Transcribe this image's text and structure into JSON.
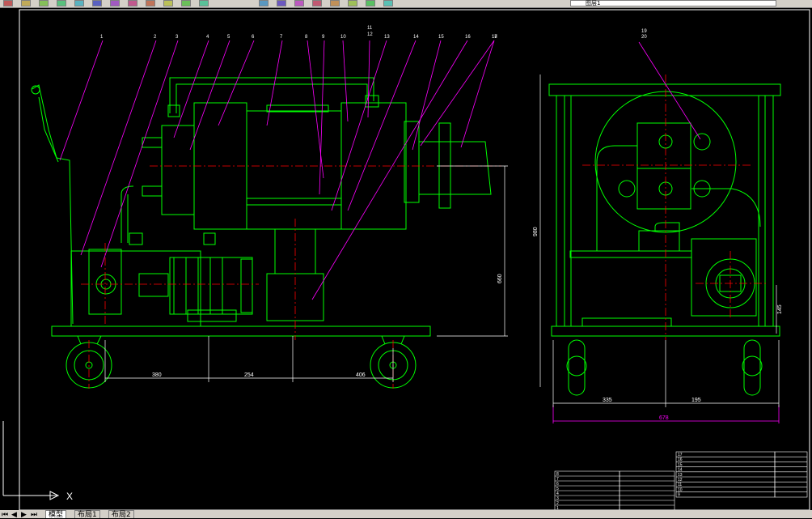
{
  "toolbar": {
    "layer_name": "图层1",
    "buttons": [
      "new-icon",
      "open-icon",
      "save-icon",
      "print-icon",
      "preview-icon",
      "cut-icon",
      "copy-icon",
      "paste-icon",
      "match-icon",
      "undo-icon",
      "redo-icon",
      "pan-icon",
      "zoom-icon",
      "zoom-window-icon",
      "zoom-prev-icon",
      "properties-icon",
      "design-center-icon",
      "tool-palette-icon",
      "layer-icon",
      "color-icon"
    ]
  },
  "tabs": {
    "items": [
      "模型",
      "布局1",
      "布局2"
    ],
    "active": 0
  },
  "ucs": {
    "x_label": "X"
  },
  "drawing": {
    "balloons_front": [
      "1",
      "2",
      "3",
      "4",
      "5",
      "6",
      "7",
      "8",
      "9",
      "10",
      "11",
      "12",
      "13",
      "14",
      "15",
      "16",
      "17",
      "18"
    ],
    "balloons_side": [
      "19",
      "20"
    ],
    "dims_front": {
      "d1": "380",
      "d2": "254",
      "d3": "406",
      "height": "660"
    },
    "dims_side": {
      "height": "980",
      "w1": "335",
      "w2": "195",
      "total": "678",
      "small": "145"
    },
    "title_block_rows_left": [
      "8",
      "7",
      "6",
      "5",
      "4",
      "3",
      "2",
      "1"
    ],
    "title_block_rows_right": [
      "17",
      "16",
      "15",
      "14",
      "13",
      "12",
      "11",
      "10",
      "9"
    ]
  },
  "colors": {
    "background": "#000000",
    "outline": "#00ff00",
    "center": "#ff0000",
    "leader": "#ff00ff",
    "dimension": "#ffffff",
    "balloon_text": "#00ffff",
    "toolbar": "#d4d0c8"
  }
}
